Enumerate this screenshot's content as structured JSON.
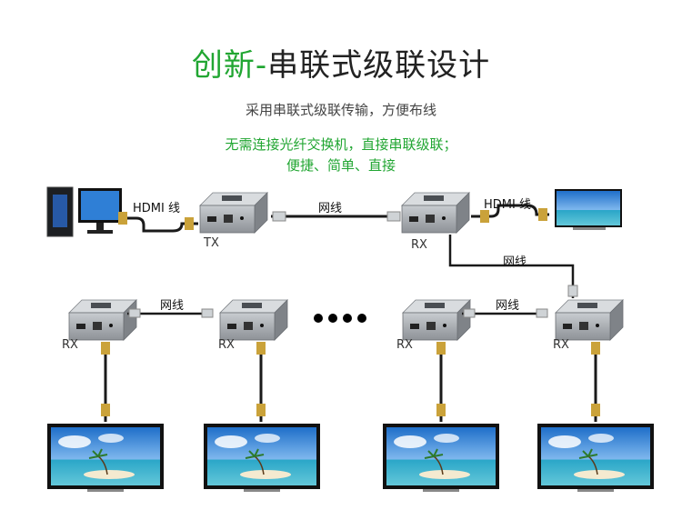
{
  "title": {
    "highlight": "创新-",
    "rest": "串联式级联设计"
  },
  "subtitle": "采用串联式级联传输，方便布线",
  "note_line1": "无需连接光纤交换机，直接串联级联；",
  "note_line2": "便捷、简单、直接",
  "labels": {
    "hdmi_left": "HDMI 线",
    "hdmi_right": "HDMI 线",
    "net_top": "网线",
    "net_vertical": "网线",
    "net_left": "网线",
    "net_right": "网线",
    "tx": "TX",
    "rx_top": "RX",
    "rx1": "RX",
    "rx2": "RX",
    "rx3": "RX",
    "rx4": "RX"
  },
  "colors": {
    "accent": "#21a632",
    "device": "#9a9ea3",
    "cable": "#1a1a1a",
    "screen_sky": "#3b86d6"
  }
}
